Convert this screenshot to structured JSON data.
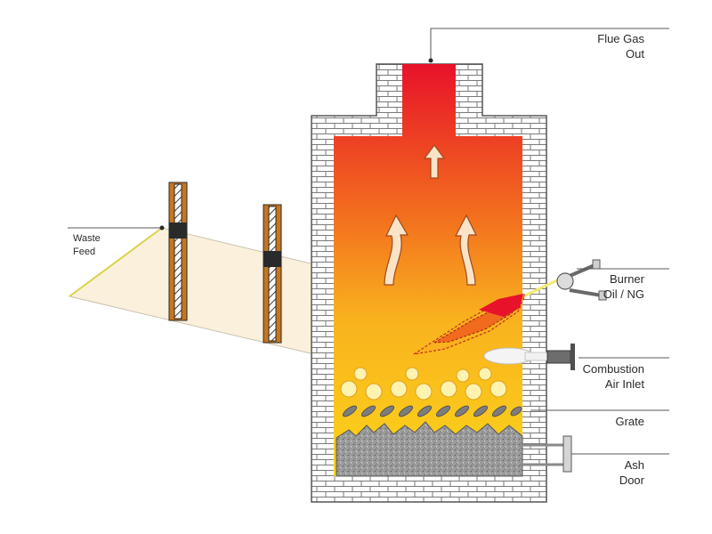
{
  "labels": {
    "flue_gas": [
      "Flue Gas",
      "Out"
    ],
    "waste_feed": [
      "Waste",
      "Feed"
    ],
    "burner": [
      "Burner",
      "Oil / NG"
    ],
    "combustion_air": [
      "Combustion",
      "Air Inlet"
    ],
    "grate": [
      "Grate"
    ],
    "ash_door": [
      "Ash",
      "Door"
    ]
  },
  "colors": {
    "brick_mortar": "#7a7a7a",
    "flame_top": "#e8122a",
    "flame_mid": "#f26a1e",
    "flame_low": "#fbd21a",
    "ash": "#9a9a9a",
    "feed_tray": "#fbf0dc",
    "leader": "#5a5a5a"
  }
}
